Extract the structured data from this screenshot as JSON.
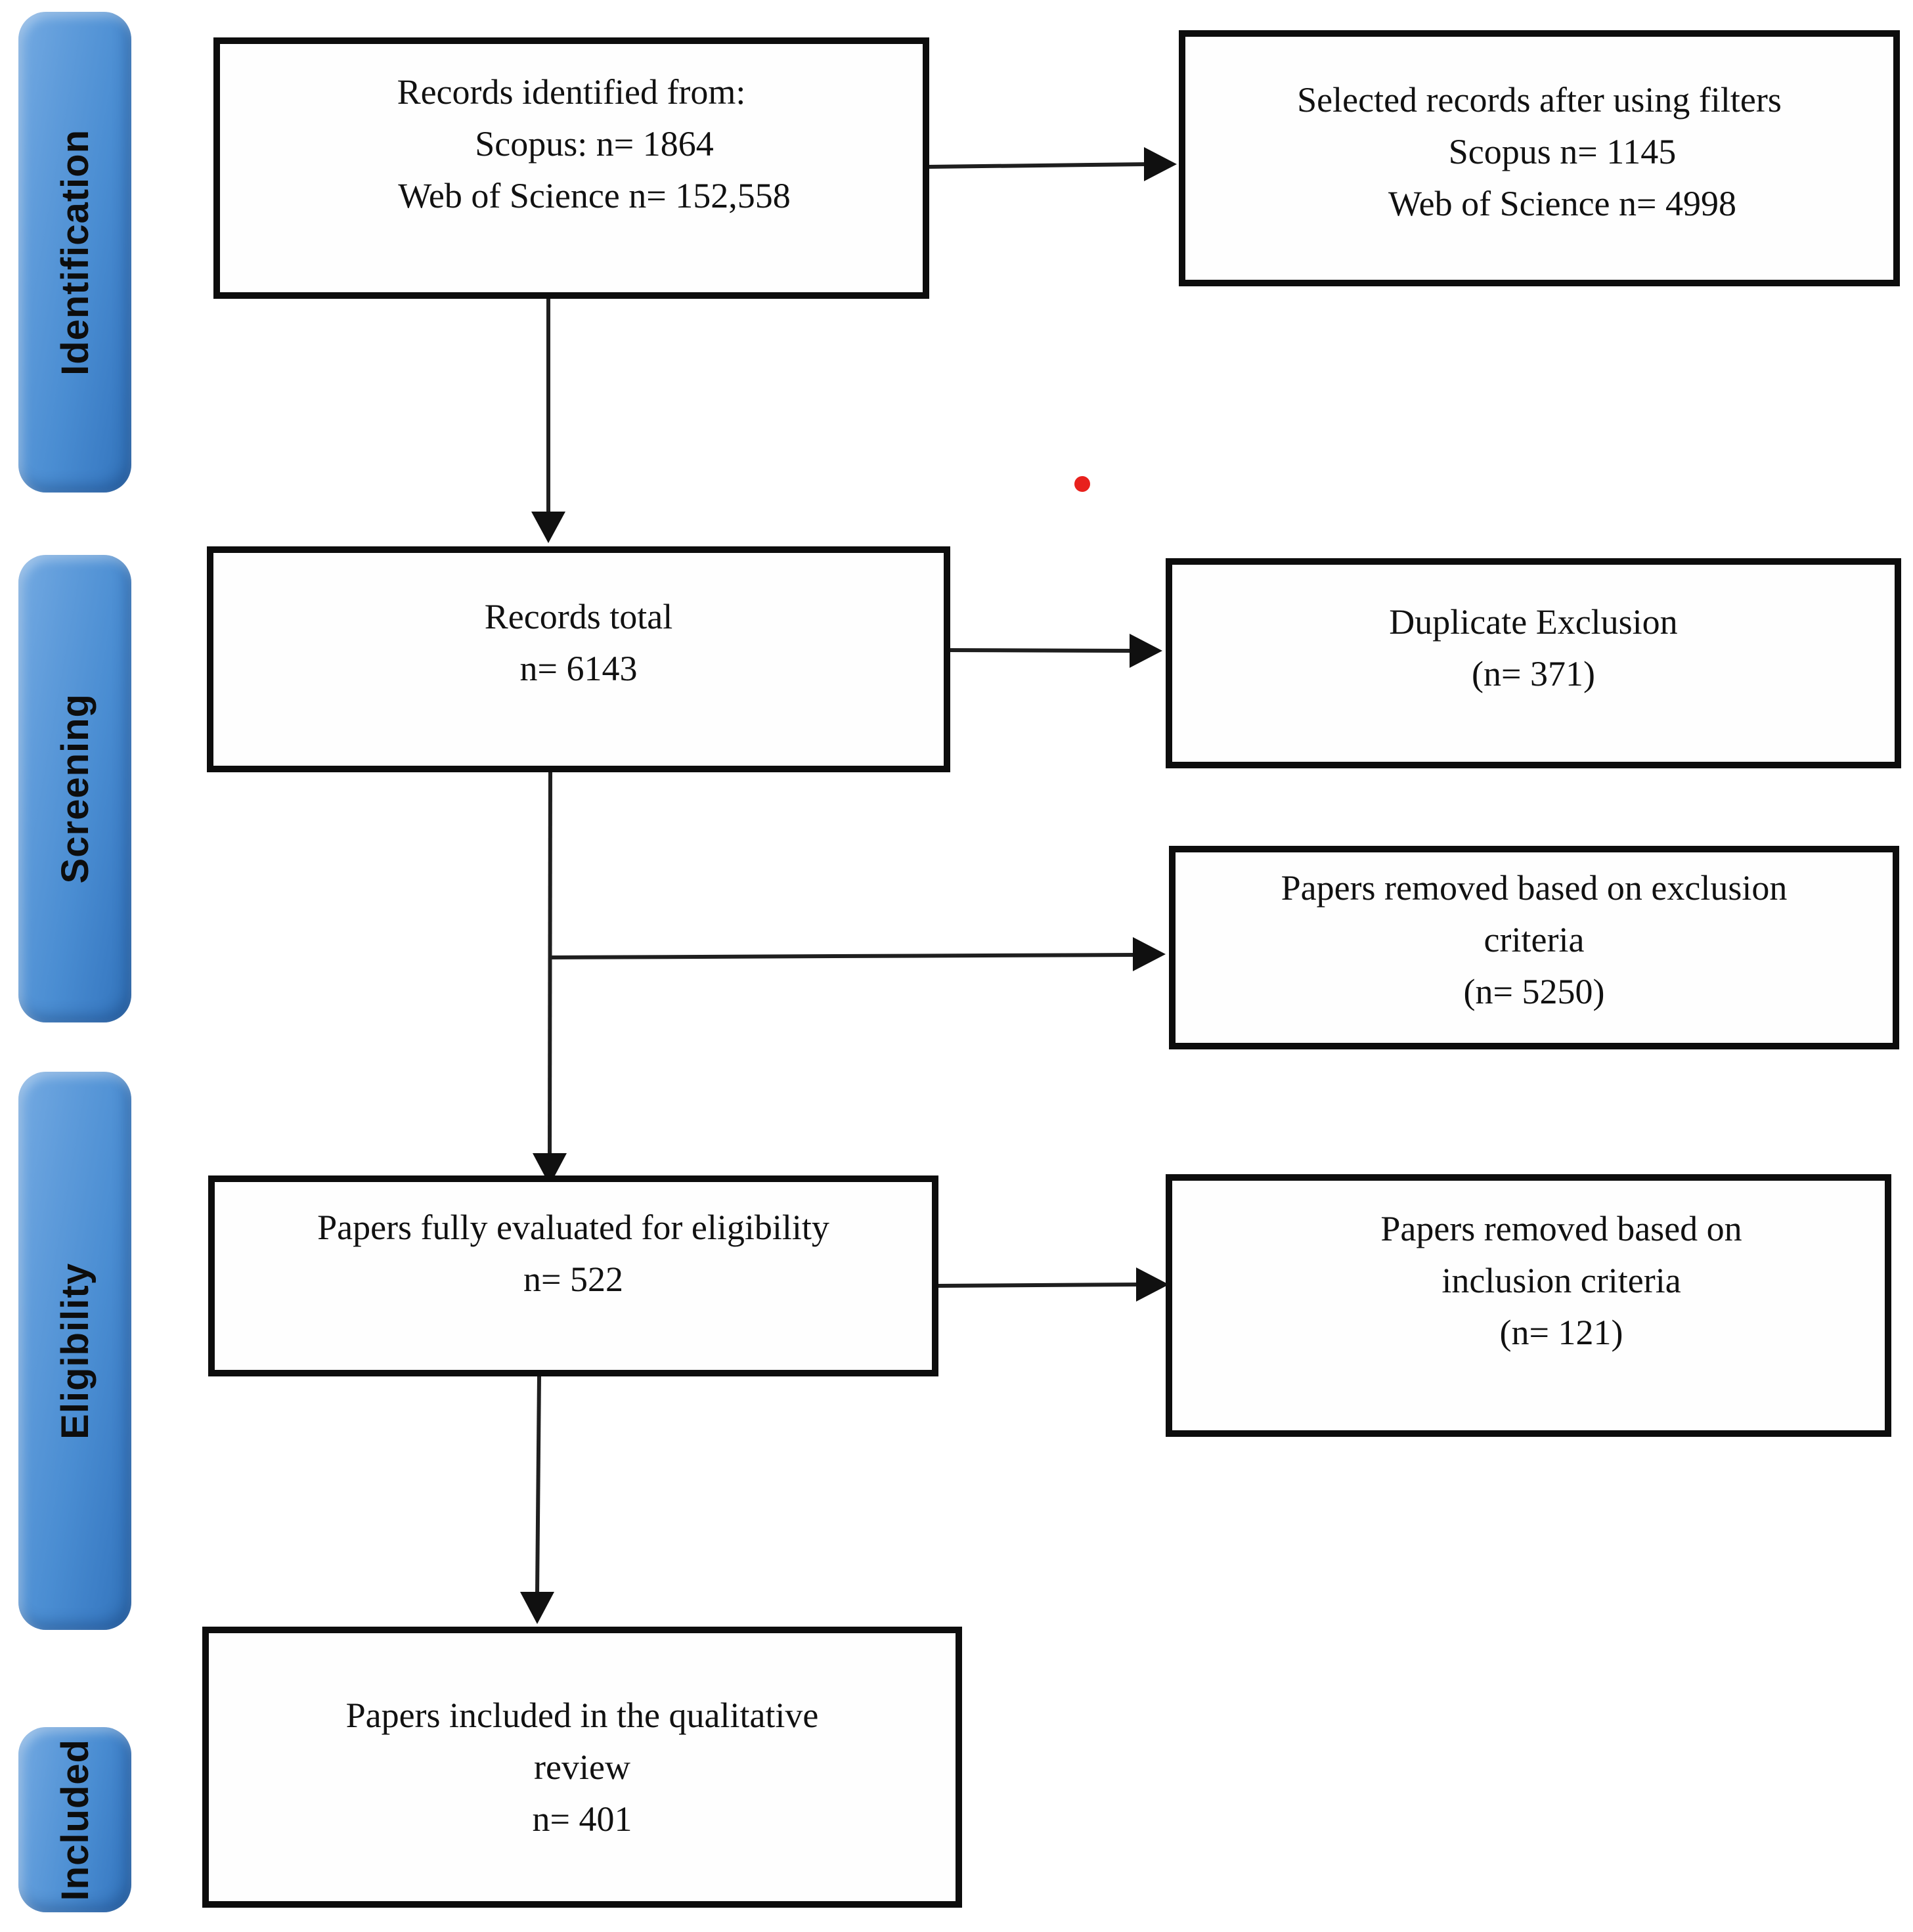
{
  "figure": {
    "type": "prisma-flow-diagram",
    "background_color": "#ffffff",
    "box_border_color": "#0d0d0d",
    "arrow_color": "#1f1f1f",
    "red_dot_color": "#e8211d",
    "sidebar_fill_light": "#74aae2",
    "sidebar_fill_dark": "#3273b9"
  },
  "sidebar": {
    "stages": [
      {
        "id": "identification",
        "label": "Identification"
      },
      {
        "id": "screening",
        "label": "Screening"
      },
      {
        "id": "eligibility",
        "label": "Eligibility"
      },
      {
        "id": "included",
        "label": "Included"
      }
    ]
  },
  "boxes": {
    "records_identified": {
      "lines": [
        "Records identified from:",
        "Scopus: n= 1864",
        "Web of Science n= 152,558"
      ]
    },
    "selected_after_filters": {
      "lines": [
        "Selected records after using filters",
        "Scopus n= 1145",
        "Web of Science n= 4998"
      ]
    },
    "records_total": {
      "lines": [
        "Records total",
        "n= 6143"
      ]
    },
    "duplicate_exclusion": {
      "lines": [
        "Duplicate Exclusion",
        "(n= 371)"
      ]
    },
    "exclusion_removed": {
      "lines": [
        "Papers removed based on exclusion",
        "criteria",
        "(n= 5250)"
      ]
    },
    "fully_evaluated": {
      "lines": [
        "Papers fully evaluated for eligibility",
        "n= 522"
      ]
    },
    "inclusion_removed": {
      "lines": [
        "Papers removed based on",
        "inclusion criteria",
        "(n= 121)"
      ]
    },
    "included_qualitative": {
      "lines": [
        "Papers included in the qualitative",
        "review",
        "n= 401"
      ]
    }
  }
}
